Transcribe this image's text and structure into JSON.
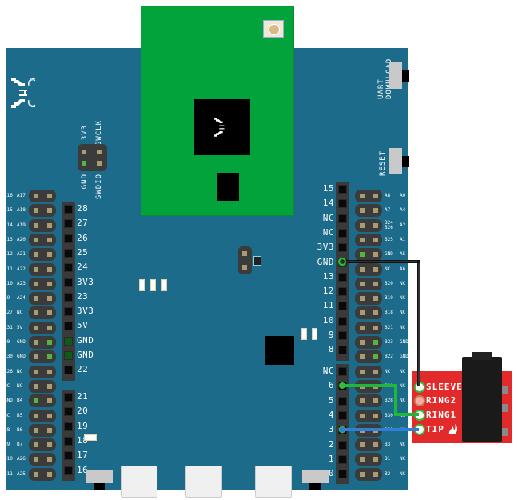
{
  "board": {
    "color": "#1c6b8a",
    "buttons": {
      "uart_download": "UART\nDOWNLOAD",
      "uart_line1": "UART",
      "uart_line2": "DOWNLOAD",
      "reset": "RESET"
    },
    "swd_header": {
      "top": [
        "3V3",
        "SWCLK"
      ],
      "bottom": [
        "GND",
        "SWDIO"
      ]
    }
  },
  "module": {
    "color": "#03a33c"
  },
  "left_header": {
    "pins": [
      "28",
      "27",
      "26",
      "25",
      "24",
      "3V3",
      "23",
      "3V3",
      "5V",
      "GND",
      "GND",
      "22"
    ],
    "pins2": [
      "21",
      "20",
      "19",
      "18",
      "17",
      "16"
    ]
  },
  "left_dual": {
    "rows": [
      [
        "A16",
        "A17"
      ],
      [
        "A15",
        "A18"
      ],
      [
        "A14",
        "A19"
      ],
      [
        "A13",
        "A20"
      ],
      [
        "A12",
        "A21"
      ],
      [
        "A11",
        "A22"
      ],
      [
        "A10",
        "A23"
      ],
      [
        "A9",
        "A24"
      ],
      [
        "A27",
        "NC"
      ],
      [
        "A31",
        "5V"
      ],
      [
        "B0",
        "GND"
      ],
      [
        "A30",
        "GND"
      ],
      [
        "A26",
        "NC"
      ],
      [
        "NC",
        "NC"
      ],
      [
        "GND",
        "B4"
      ],
      [
        "NC",
        "B5"
      ],
      [
        "B8",
        "B6"
      ],
      [
        "B9",
        "B7"
      ],
      [
        "B10",
        "A26"
      ],
      [
        "B11",
        "A25"
      ]
    ]
  },
  "right_header": {
    "pins": [
      "15",
      "14",
      "NC",
      "NC",
      "3V3",
      "GND",
      "13",
      "12",
      "11",
      "10",
      "9",
      "8"
    ],
    "pins2": [
      "NC",
      "6",
      "5",
      "4",
      "3",
      "2",
      "1",
      "0"
    ]
  },
  "right_dual": {
    "rows": [
      [
        "A8",
        "A0"
      ],
      [
        "A7",
        "A4"
      ],
      [
        "B24\nB26",
        "A2"
      ],
      [
        "B25",
        "A1"
      ],
      [
        "GND",
        "A5"
      ],
      [
        "NC",
        "A6"
      ],
      [
        "B20",
        "NC"
      ],
      [
        "B19",
        "NC"
      ],
      [
        "B18",
        "NC"
      ],
      [
        "B21",
        "NC"
      ],
      [
        "B23",
        "GND"
      ],
      [
        "B22",
        "GND"
      ],
      [
        "NC",
        "NC"
      ],
      [
        "B20",
        "NC"
      ],
      [
        "B28",
        "NC"
      ],
      [
        "B30",
        "NC"
      ],
      [
        "B31",
        "NC"
      ],
      [
        "B3",
        "NC"
      ],
      [
        "B1",
        "NC"
      ],
      [
        "B2",
        "NC"
      ]
    ]
  },
  "audio_jack": {
    "color": "#e22a2a",
    "labels": [
      "SLEEVE",
      "RING2",
      "RING1",
      "TIP"
    ]
  },
  "wires": [
    {
      "from": "GND",
      "to": "SLEEVE",
      "color": "#222222"
    },
    {
      "from": "6",
      "to": "RING1",
      "color": "#22c43a"
    },
    {
      "from": "3",
      "to": "TIP",
      "color": "#2f7fd6"
    }
  ]
}
